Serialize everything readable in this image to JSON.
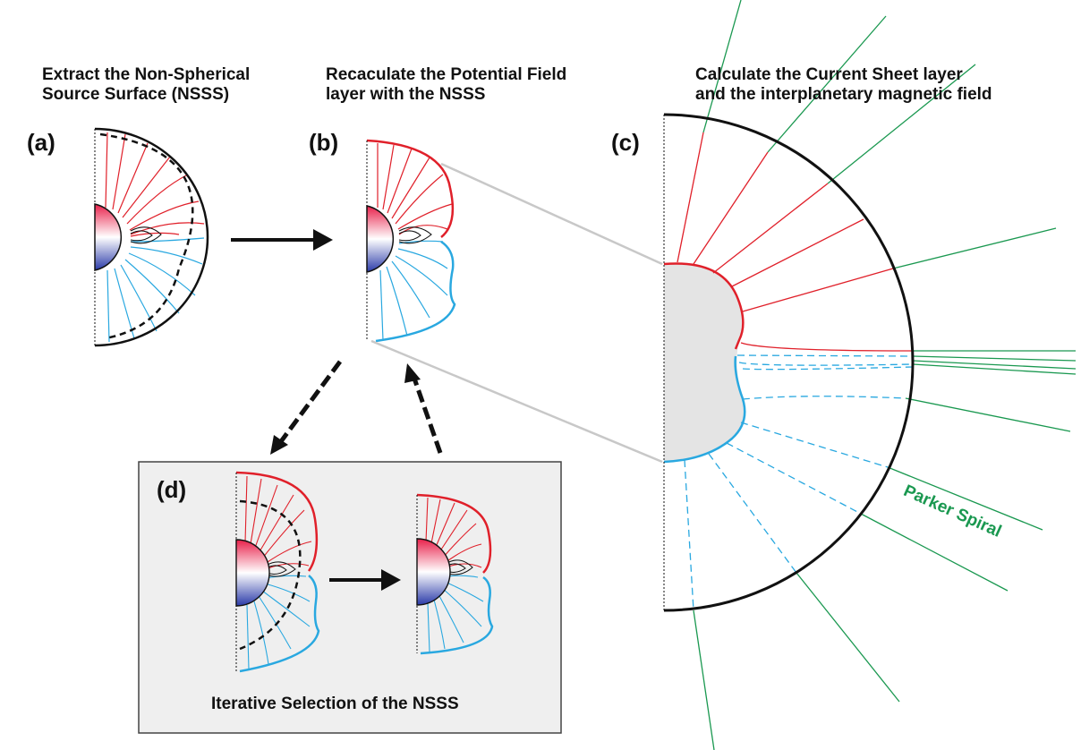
{
  "panels": {
    "a": {
      "label": "(a)",
      "caption_lines": [
        "Extract the Non-Spherical",
        "Source Surface (NSSS)"
      ]
    },
    "b": {
      "label": "(b)",
      "caption_lines": [
        "Recaculate the Potential Field",
        "layer with the NSSS"
      ]
    },
    "c": {
      "label": "(c)",
      "caption_lines": [
        "Calculate the Current Sheet layer",
        "and the interplanetary magnetic field"
      ],
      "annotation": "Parker Spiral"
    },
    "d": {
      "label": "(d)",
      "caption": "Iterative Selection of the NSSS"
    }
  },
  "colors": {
    "red_field": "#e0202a",
    "blue_field": "#29a8e0",
    "green_field": "#1a9850",
    "black": "#111111",
    "panel_d_bg": "#efefef",
    "current_sheet_fill": "#e4e4e4",
    "connector_gray": "#c8c8c8"
  }
}
